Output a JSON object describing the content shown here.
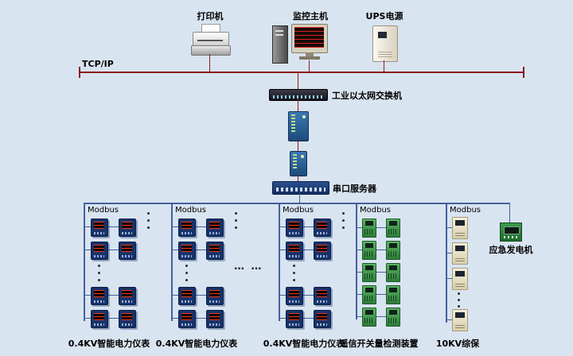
{
  "labels": {
    "printer": "打印机",
    "monitor_host": "监控主机",
    "ups": "UPS电源",
    "tcp_bus": "TCP/IP",
    "ethernet_switch": "工业以太网交换机",
    "serial_server": "串口服务器",
    "generator": "应急发电机",
    "ellipsis": "… …"
  },
  "groups": [
    {
      "bus_label": "Modbus",
      "type": "meter",
      "label": "0.4KV智能电力仪表"
    },
    {
      "bus_label": "Modbus",
      "type": "meter",
      "label": "0.4KV智能电力仪表"
    },
    {
      "bus_label": "Modbus",
      "type": "meter",
      "label": "0.4KV智能电力仪表"
    },
    {
      "bus_label": "Modbus",
      "type": "io",
      "label": "遥信开关量检测装置"
    },
    {
      "bus_label": "Modbus",
      "type": "protection",
      "label": "10KV综保"
    }
  ],
  "colors": {
    "background": "#d9e4f1",
    "tcp_line": "#8b1a1a",
    "modbus_line": "#44619c"
  }
}
